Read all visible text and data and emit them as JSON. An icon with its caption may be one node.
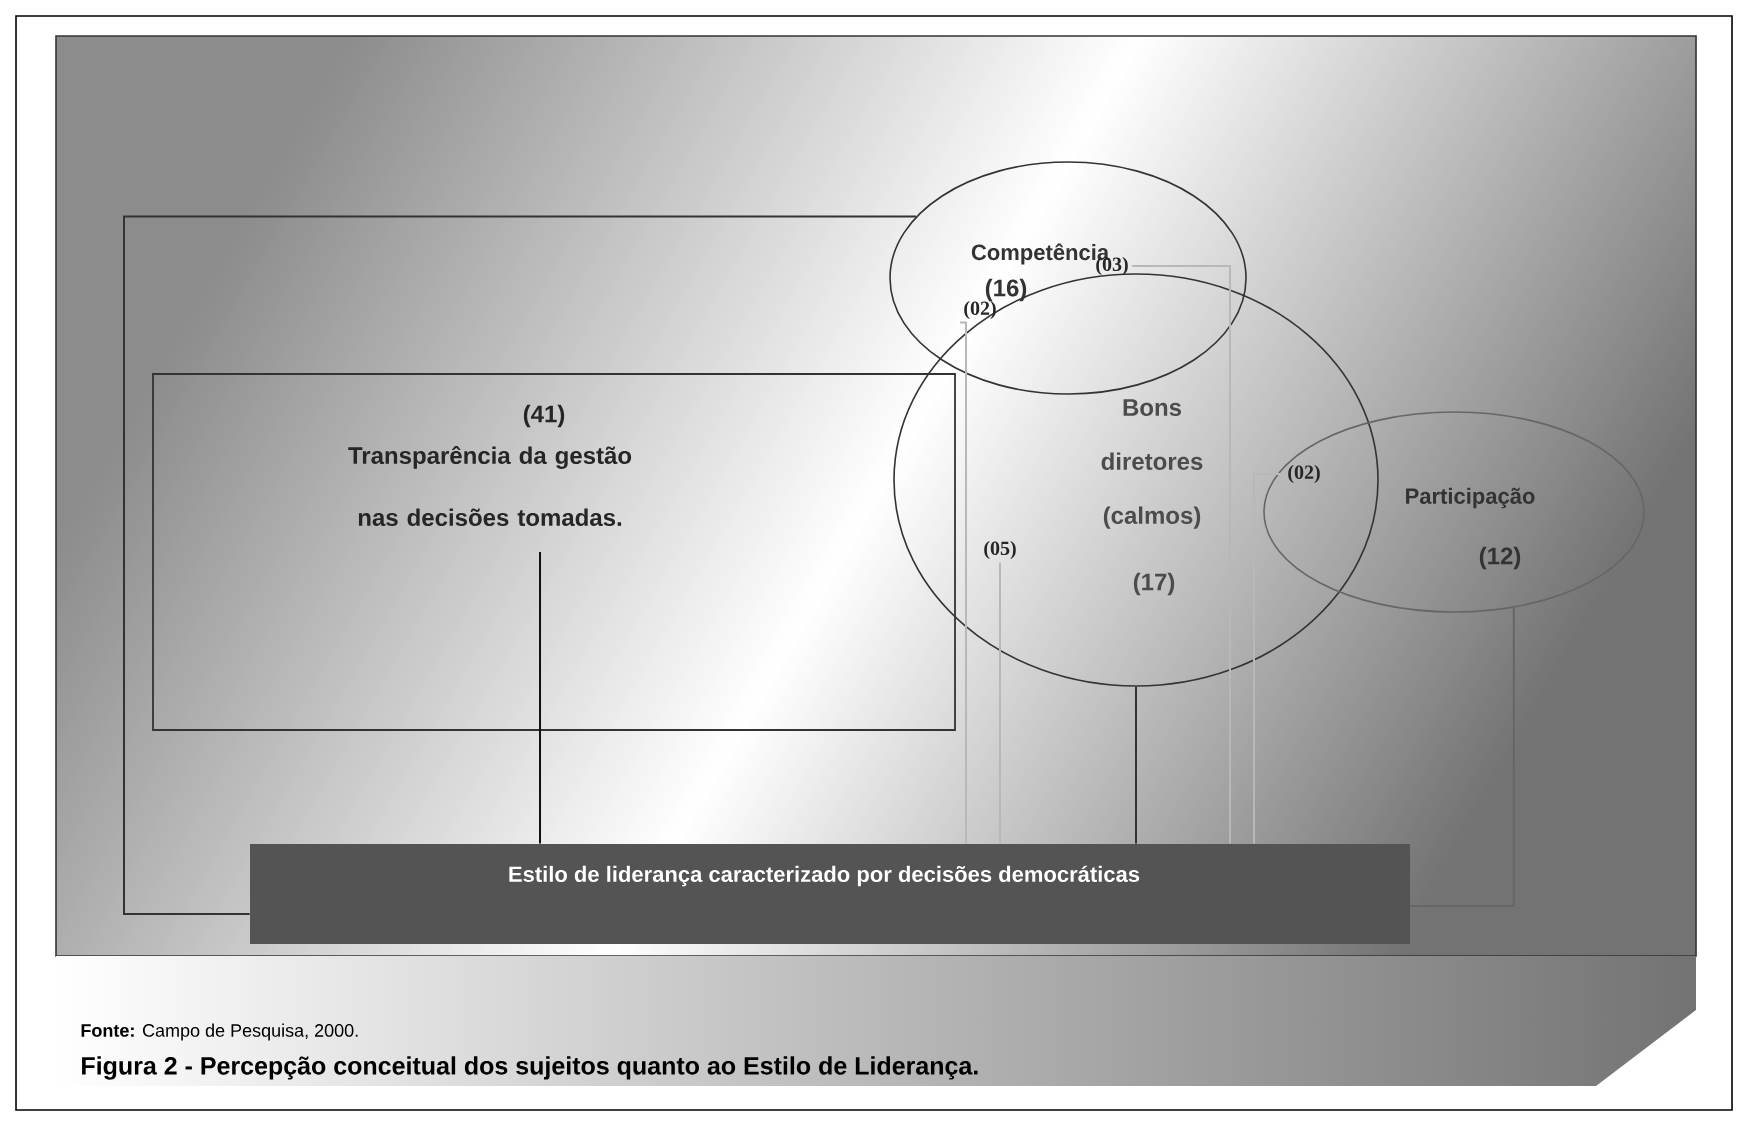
{
  "diagram": {
    "caption": "Figura 2 - Percepção conceitual dos sujeitos quanto ao Estilo de Liderança.",
    "nodes": [
      {
        "text": [
          "(41)",
          "Transparência da gestão nas decisões tomadas."
        ]
      },
      {
        "text": [
          "Competência",
          "(16)"
        ]
      },
      {
        "text": [
          "Bons diretores (calmos)",
          "(17)"
        ]
      },
      {
        "text": [
          "Participação",
          "(12)"
        ]
      },
      {
        "text": [
          "Estilo de liderança caracterizado por decisões democráticas"
        ]
      },
      {
        "text": [
          "(03)"
        ],
        "in": 1
      },
      {
        "text": [
          "(02)"
        ],
        "in": 1
      },
      {
        "text": [
          "(05)"
        ],
        "in": 2
      },
      {
        "text": [
          "(02)"
        ]
      }
    ],
    "edges": [
      {
        "from": 1,
        "to": 4,
        "arrow": "none",
        "color": "#333333"
      },
      {
        "from": 5,
        "to": 4,
        "arrow": "none",
        "color": "#b8b8b8"
      },
      {
        "from": 6,
        "to": 4,
        "arrow": "none",
        "color": "#b8b8b8"
      },
      {
        "from": 7,
        "to": 4,
        "arrow": "none",
        "color": "#b8b8b8"
      },
      {
        "from": 2,
        "to": 4,
        "arrow": "none",
        "color": "#333333"
      },
      {
        "from": 8,
        "to": 4,
        "arrow": "none",
        "color": "#b8b8b8"
      },
      {
        "from": 3,
        "to": 4,
        "arrow": "none",
        "color": "#666666"
      },
      {
        "from": 0,
        "to": 4,
        "arrow": "none",
        "color": "#111111"
      }
    ],
    "labels": [
      "**Fonte:** Campo de Pesquisa, 2000."
    ]
  }
}
